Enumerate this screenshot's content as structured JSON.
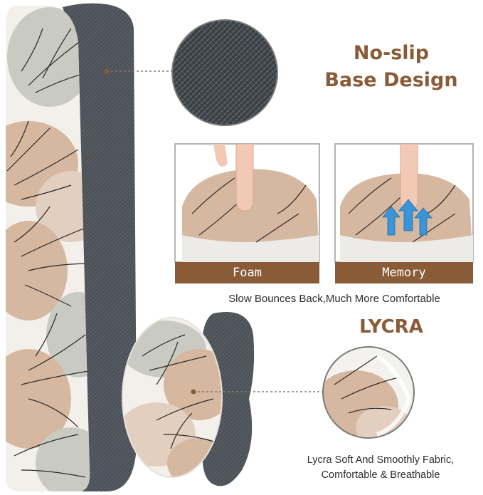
{
  "headings": {
    "no_slip_line1": "No-slip",
    "no_slip_line2": "Base Design",
    "lycra": "LYCRA"
  },
  "panels": {
    "foam_label": "Foam",
    "memory_label": "Memory"
  },
  "captions": {
    "slow_bounce": "Slow Bounces Back,Much More Comfortable",
    "lycra_line1": "Lycra Soft And Smoothly Fabric,",
    "lycra_line2": "Comfortable & Breathable"
  },
  "colors": {
    "accent_brown": "#8a5b37",
    "fabric_gray": "#4c5258",
    "beige": "#d6b7a0",
    "sage": "#c9cbc2"
  },
  "icons": {
    "rebound_arrows": "arrow-up-icon"
  }
}
